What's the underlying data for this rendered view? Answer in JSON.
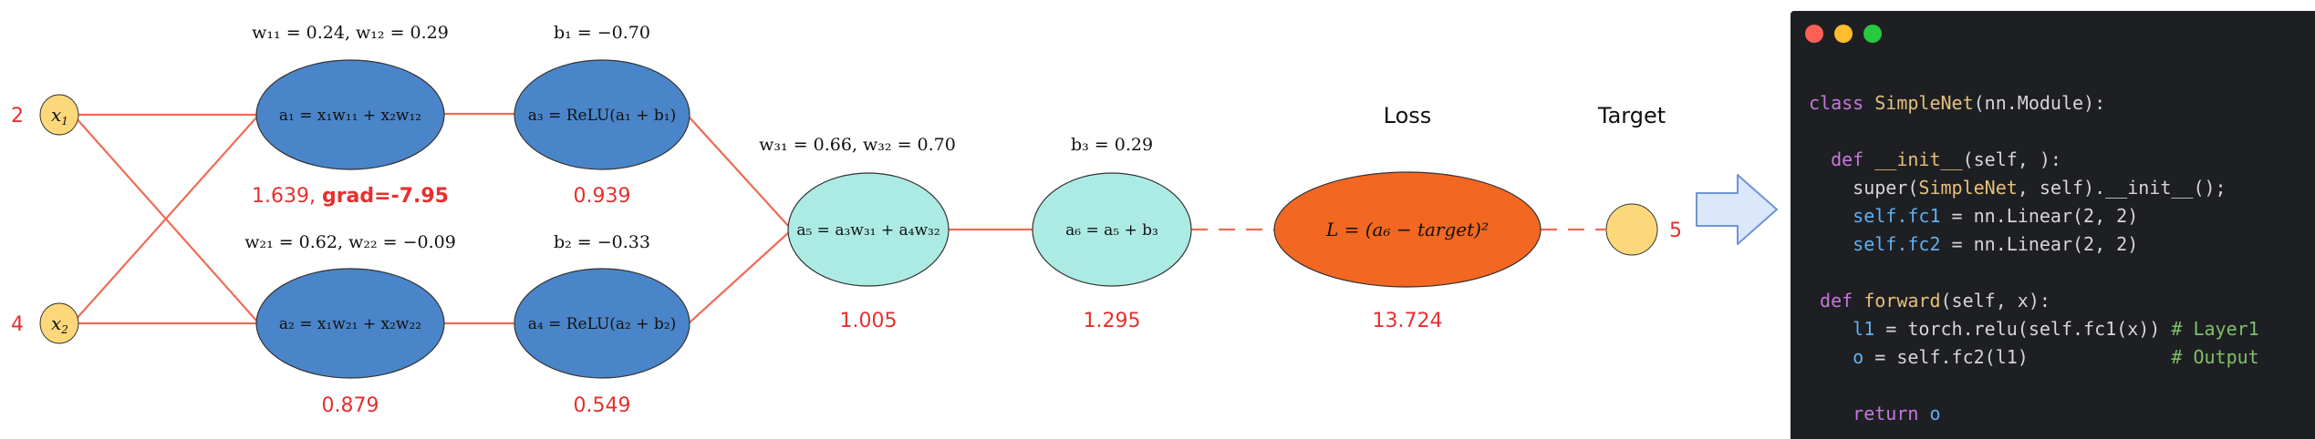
{
  "colors": {
    "edge": "#ef6b55",
    "node_blue": "#4a85c9",
    "node_cyan": "#acebe4",
    "node_loss": "#f26722",
    "node_input": "#fdd87a",
    "value_red": "#e5302f",
    "arrow_fill": "#dbe7fb",
    "arrow_stroke": "#6f95d3",
    "code_bg": "#1e1f22",
    "mac_red": "#fe5f57",
    "mac_yellow": "#febc2e",
    "mac_green": "#28c840"
  },
  "inputs": {
    "x1": {
      "label": "x",
      "sub": "1",
      "value": "2"
    },
    "x2": {
      "label": "x",
      "sub": "2",
      "value": "4"
    }
  },
  "weights": {
    "w_row1": "w₁₁ = 0.24, w₁₂ = 0.29",
    "w_row2": "w₂₁ = 0.62, w₂₂ = −0.09",
    "b1": "b₁ = −0.70",
    "b2": "b₂ = −0.33",
    "w_out": "w₃₁ = 0.66, w₃₂ = 0.70",
    "b3": "b₃ = 0.29"
  },
  "nodes": {
    "a1": {
      "formula": "a₁ = x₁w₁₁ + x₂w₁₂",
      "value": "1.639, ",
      "grad": "grad=-7.95"
    },
    "a2": {
      "formula": "a₂ = x₁w₂₁ + x₂w₂₂",
      "value": "0.879"
    },
    "a3": {
      "formula": "a₃ = ReLU(a₁ + b₁)",
      "value": "0.939"
    },
    "a4": {
      "formula": "a₄ = ReLU(a₂ + b₂)",
      "value": "0.549"
    },
    "a5": {
      "formula": "a₅ = a₃w₃₁ + a₄w₃₂",
      "value": "1.005"
    },
    "a6": {
      "formula": "a₆ = a₅ + b₃",
      "value": "1.295"
    },
    "loss": {
      "title": "Loss",
      "formula": "L = (a₆ − target)²",
      "value": "13.724"
    },
    "target": {
      "title": "Target",
      "value": "5"
    }
  },
  "code": {
    "lines": [
      [
        {
          "t": "class ",
          "c": "kw"
        },
        {
          "t": "SimpleNet",
          "c": "cls"
        },
        {
          "t": "(nn.Module):",
          "c": "plain"
        }
      ],
      [],
      [
        {
          "t": "  "
        },
        {
          "t": "def ",
          "c": "kw"
        },
        {
          "t": "__init__",
          "c": "fn"
        },
        {
          "t": "(self, ):",
          "c": "plain"
        }
      ],
      [
        {
          "t": "    super(",
          "c": "plain"
        },
        {
          "t": "SimpleNet",
          "c": "cls"
        },
        {
          "t": ", self).__init__()",
          "c": "plain"
        },
        {
          "t": ";",
          "c": "plain"
        }
      ],
      [
        {
          "t": "    "
        },
        {
          "t": "self.fc1",
          "c": "attr"
        },
        {
          "t": " = nn.Linear(2, 2)",
          "c": "plain"
        }
      ],
      [
        {
          "t": "    "
        },
        {
          "t": "self.fc2",
          "c": "attr"
        },
        {
          "t": " = nn.Linear(2, 2)",
          "c": "plain"
        }
      ],
      [],
      [
        {
          "t": " "
        },
        {
          "t": "def ",
          "c": "kw"
        },
        {
          "t": "forward",
          "c": "fn"
        },
        {
          "t": "(self, x):",
          "c": "plain"
        }
      ],
      [
        {
          "t": "    "
        },
        {
          "t": "l1",
          "c": "attr"
        },
        {
          "t": " = torch.relu(self.fc1(x)) ",
          "c": "plain"
        },
        {
          "t": "# Layer1",
          "c": "cm"
        }
      ],
      [
        {
          "t": "    "
        },
        {
          "t": "o",
          "c": "attr"
        },
        {
          "t": " = self.fc2(l1)             ",
          "c": "plain"
        },
        {
          "t": "# Output",
          "c": "cm"
        }
      ],
      [],
      [
        {
          "t": "    "
        },
        {
          "t": "return ",
          "c": "kw"
        },
        {
          "t": "o",
          "c": "attr"
        }
      ]
    ],
    "colors": {
      "kw": "#c678dd",
      "cls": "#e5c07b",
      "fn": "#e5c07b",
      "attr": "#61afef",
      "plain": "#d6d6d6",
      "cm": "#7fbf6a"
    }
  }
}
